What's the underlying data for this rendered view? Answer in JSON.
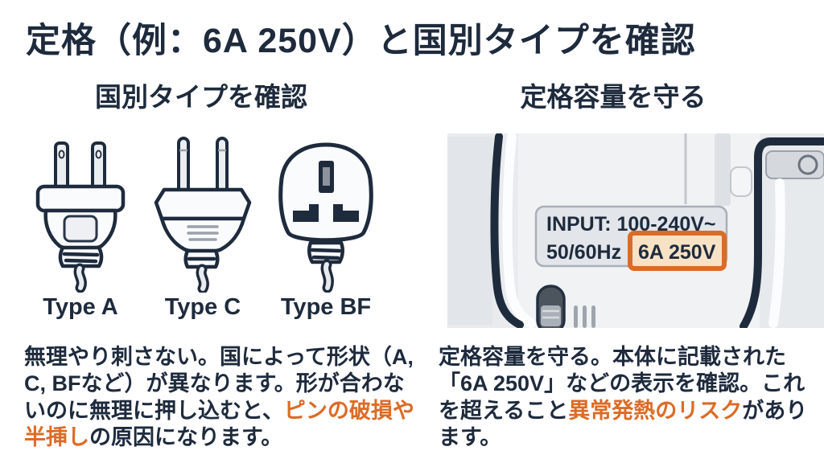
{
  "title": "定格（例：6A 250V）と国別タイプを確認",
  "left": {
    "heading": "国別タイプを確認",
    "plug_labels": [
      "Type A",
      "Type C",
      "Type BF"
    ],
    "caption_segments": [
      {
        "text": "無理やり刺さない。国によって形状（A, C, BFなど）が異なります。形が合わないのに無理に押し込むと、",
        "highlight": false
      },
      {
        "text": "ピンの破損や半挿し",
        "highlight": true
      },
      {
        "text": "の原因になります。",
        "highlight": false
      }
    ]
  },
  "right": {
    "heading": "定格容量を守る",
    "device": {
      "label_line1": "INPUT: 100-240V~",
      "label_line2": "50/60Hz",
      "rating": "6A 250V"
    },
    "caption_segments": [
      {
        "text": "定格容量を守る。本体に記載された「6A 250V」などの表示を確認。これを超えること",
        "highlight": false
      },
      {
        "text": "異常発熱のリスク",
        "highlight": true
      },
      {
        "text": "があります。",
        "highlight": false
      }
    ]
  },
  "colors": {
    "ink": "#1e2b3d",
    "accent": "#dc6b26",
    "rating_fill": "#f8e2c6",
    "device_bg": "#e9ebee",
    "device_body": "#f0f2f4"
  }
}
